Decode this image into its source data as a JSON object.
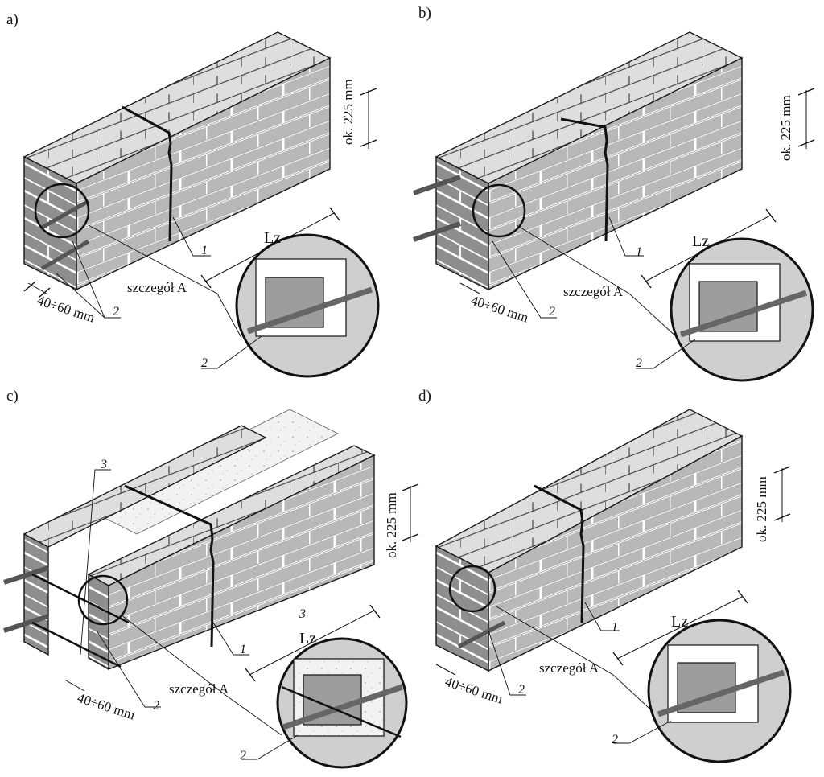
{
  "figure": {
    "panels": [
      {
        "label": "a)",
        "height_note": "ok. 225 mm",
        "spacing_note": "40÷60 mm",
        "length_label": "Lz",
        "detail_label": "szczegół A",
        "markers": {
          "one": "1",
          "two": "2",
          "three": ""
        }
      },
      {
        "label": "b)",
        "height_note": "ok. 225 mm",
        "spacing_note": "40÷60 mm",
        "length_label": "Lz",
        "detail_label": "szczegół A",
        "markers": {
          "one": "1",
          "two": "2",
          "three": ""
        }
      },
      {
        "label": "c)",
        "height_note": "ok. 225 mm",
        "spacing_note": "40÷60 mm",
        "length_label": "Lz",
        "detail_label": "szczegół A",
        "markers": {
          "one": "1",
          "two": "2",
          "three": "3"
        }
      },
      {
        "label": "d)",
        "height_note": "ok. 225 mm",
        "spacing_note": "40÷60 mm",
        "length_label": "Lz",
        "detail_label": "szczegół A",
        "markers": {
          "one": "1",
          "two": "2",
          "three": ""
        }
      }
    ]
  },
  "colors": {
    "brick_face": "#b8b8b8",
    "brick_top": "#dedede",
    "brick_side": "#8e8e8e",
    "mortar": "#ffffff",
    "line": "#1a1a1a",
    "fill_concrete": "#f2f2f2"
  }
}
